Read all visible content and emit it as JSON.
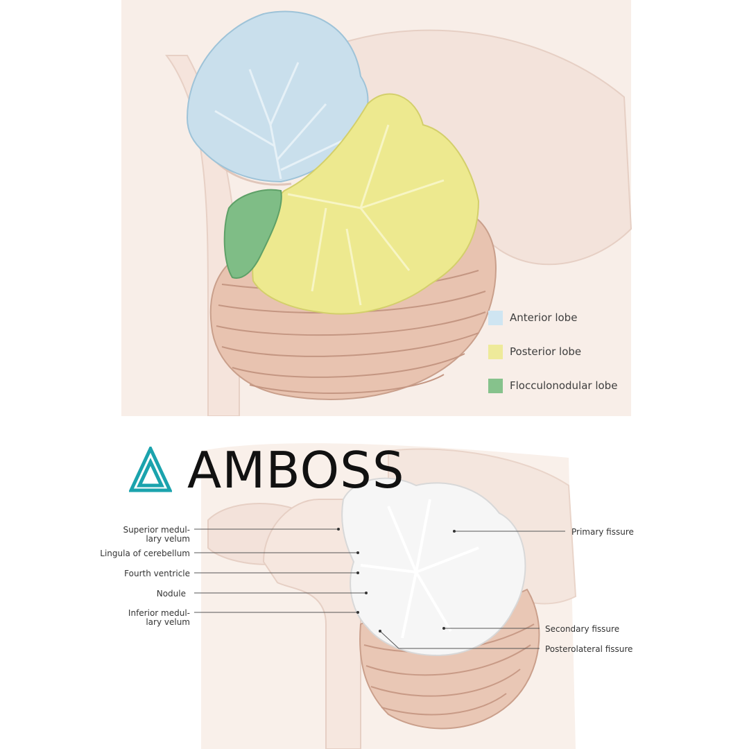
{
  "legend": {
    "items": [
      {
        "label": "Anterior lobe",
        "color": "#cfe5f2"
      },
      {
        "label": "Posterior lobe",
        "color": "#eeea9a"
      },
      {
        "label": "Flocculonodular lobe",
        "color": "#86c28c"
      }
    ]
  },
  "logo": {
    "wordmark": "AMBOSS",
    "color": "#1ba3ad"
  },
  "labels_left": [
    {
      "line1": "Superior medul-",
      "line2": "lary velum"
    },
    {
      "line1": "Lingula of cerebellum",
      "line2": ""
    },
    {
      "line1": "Fourth ventricle",
      "line2": ""
    },
    {
      "line1": "Nodule",
      "line2": ""
    },
    {
      "line1": "Inferior medul-",
      "line2": "lary velum"
    }
  ],
  "labels_right": [
    {
      "text": "Primary fissure"
    },
    {
      "text": "Secondary fissure"
    },
    {
      "text": "Posterolateral fissure"
    }
  ]
}
